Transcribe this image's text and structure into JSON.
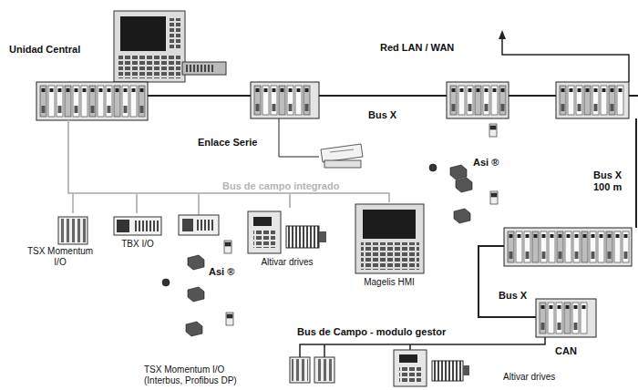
{
  "diagram": {
    "nodes": [
      {
        "text": [
          "Unidad Central"
        ]
      },
      {
        "text": [
          "TSX Momentum I/O"
        ]
      },
      {
        "text": [
          "TBX I/O"
        ]
      },
      {
        "text": [
          "Altivar drives"
        ]
      },
      {
        "text": [
          "Magelis HMI"
        ]
      },
      {
        "text": [
          "TSX Momentum I/O (Interbus, Profibus DP)"
        ]
      },
      {
        "text": [
          "Altivar drives"
        ]
      }
    ],
    "edges": [
      {
        "from": 0,
        "to": 1,
        "arrow": "none"
      },
      {
        "from": 0,
        "to": 2,
        "arrow": "none"
      },
      {
        "from": 0,
        "to": 3,
        "arrow": "none"
      },
      {
        "from": 0,
        "to": 4,
        "arrow": "none"
      }
    ],
    "labels": [
      "Red LAN / WAN",
      "Bus X",
      "Enlace Serie",
      "Asi ®",
      "Bus X 100 m",
      "Bus de campo integrado",
      "Asi ®",
      "Bus X",
      "Bus de Campo - modulo gestor",
      "CAN"
    ]
  }
}
